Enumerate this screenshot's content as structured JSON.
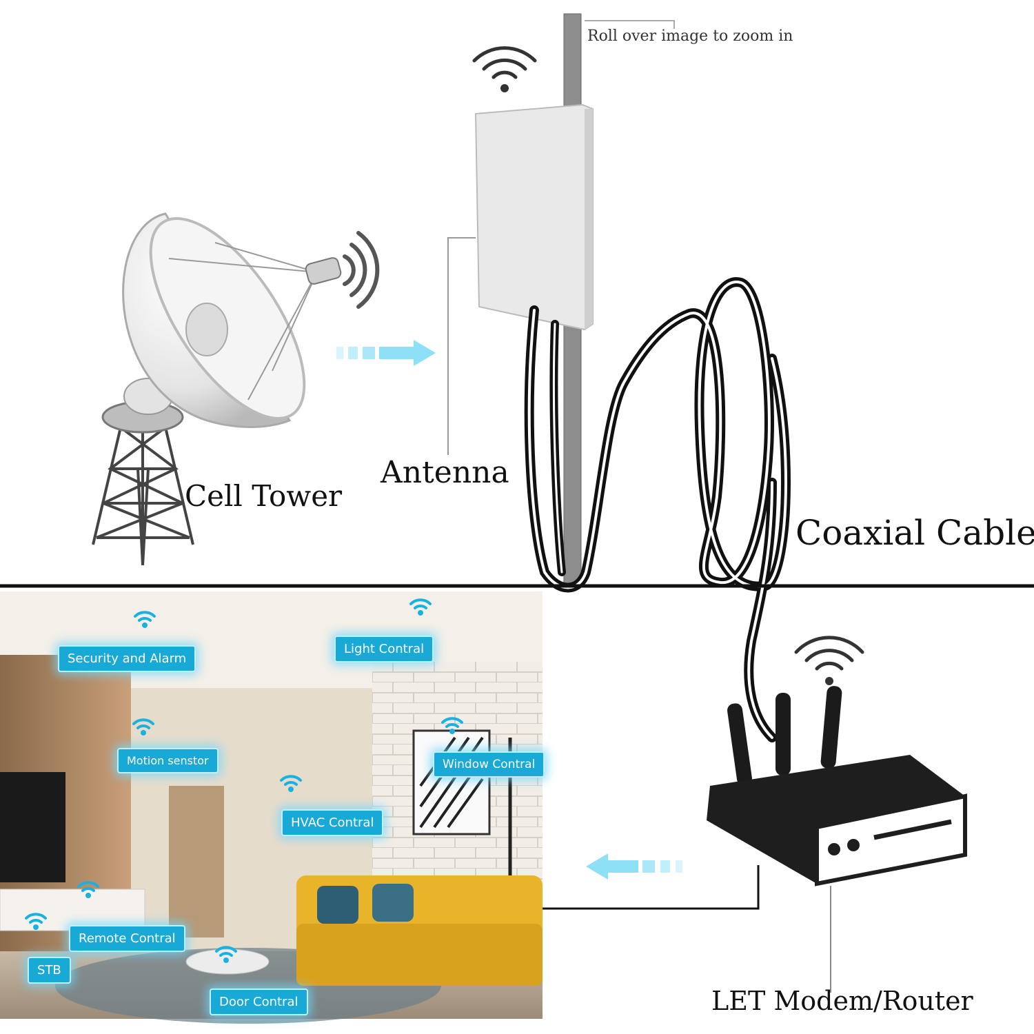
{
  "caption": "Roll over image to zoom in",
  "labels": {
    "cell_tower": "Cell Tower",
    "antenna": "Antenna",
    "coaxial_cable": "Coaxial Cable",
    "modem_router": "LET Modem/Router"
  },
  "room_tags": {
    "security": "Security and Alarm",
    "light": "Light Contral",
    "motion": "Motion senstor",
    "window": "Window Contral",
    "hvac": "HVAC Contral",
    "remote": "Remote Contral",
    "stb": "STB",
    "door": "Door Contral"
  },
  "colors": {
    "arrow": "#7fd8f2",
    "tag_bg": "#18a9d6",
    "sofa": "#e8b52a",
    "cable": "#111111"
  }
}
